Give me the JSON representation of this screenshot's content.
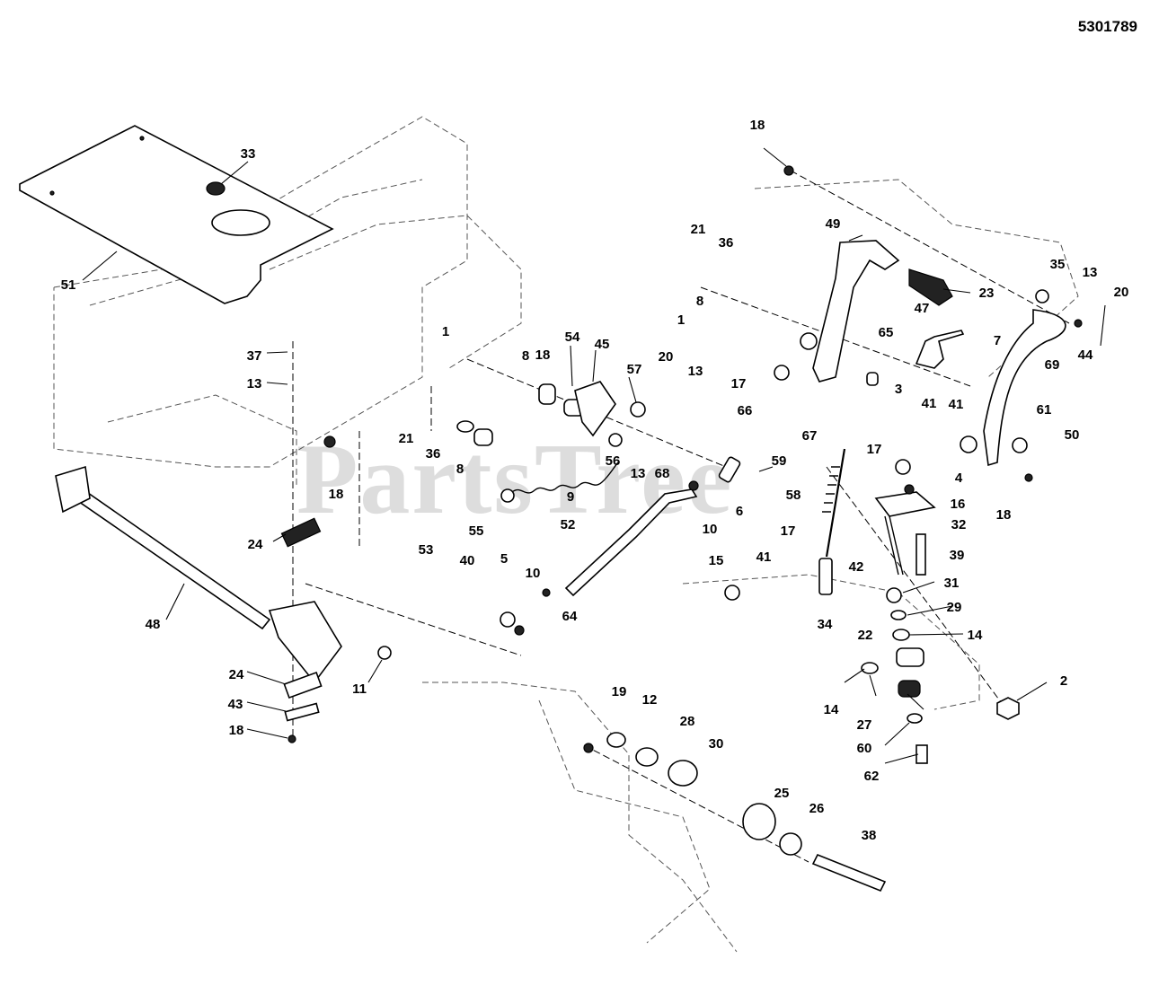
{
  "document_id": "5301789",
  "watermark": "PartsTree",
  "callouts": [
    "33",
    "51",
    "37",
    "13",
    "18",
    "24",
    "48",
    "24",
    "43",
    "18",
    "11",
    "21",
    "36",
    "8",
    "21",
    "36",
    "8",
    "1",
    "8",
    "18",
    "54",
    "45",
    "57",
    "56",
    "13",
    "68",
    "9",
    "55",
    "53",
    "40",
    "5",
    "10",
    "64",
    "52",
    "10",
    "6",
    "59",
    "18",
    "49",
    "23",
    "65",
    "1",
    "20",
    "13",
    "17",
    "66",
    "47",
    "3",
    "41",
    "67",
    "41",
    "17",
    "35",
    "13",
    "20",
    "7",
    "44",
    "69",
    "61",
    "50",
    "18",
    "4",
    "16",
    "58",
    "32",
    "39",
    "17",
    "41",
    "42",
    "34",
    "31",
    "29",
    "14",
    "22",
    "14",
    "27",
    "60",
    "62",
    "2",
    "15",
    "19",
    "12",
    "28",
    "30",
    "25",
    "26",
    "38"
  ]
}
